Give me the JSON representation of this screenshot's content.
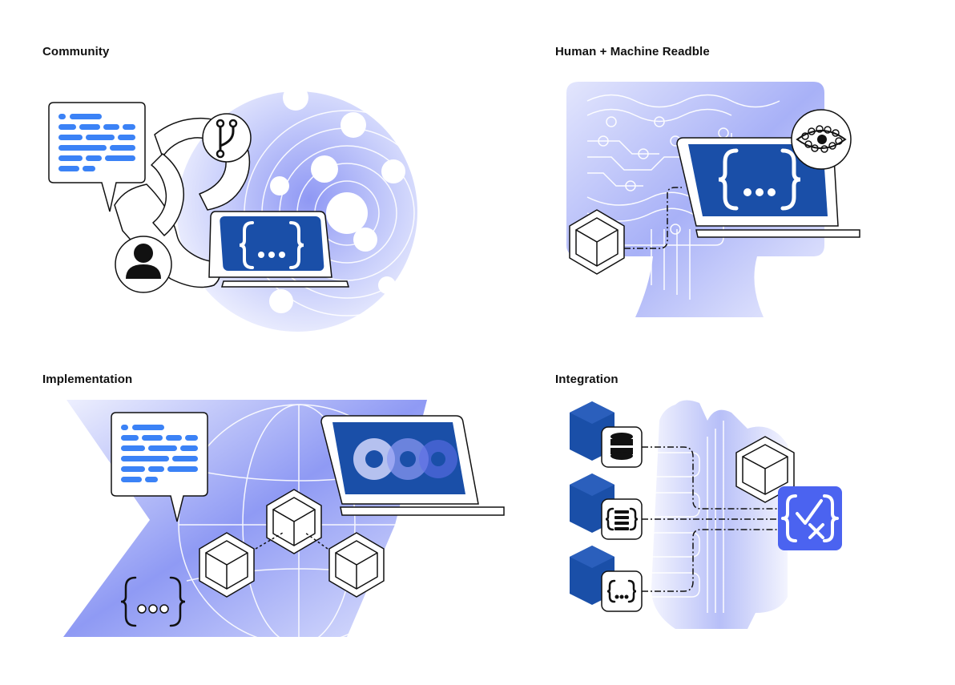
{
  "panels": {
    "community": {
      "title": "Community",
      "icons": [
        "chat-bubble-icon",
        "git-branch-icon",
        "user-icon",
        "laptop-icon",
        "curly-braces-icon"
      ]
    },
    "human_machine": {
      "title": "Human + Machine Readble",
      "icons": [
        "brain-circuit-icon",
        "laptop-icon",
        "curly-braces-icon",
        "eye-icon",
        "cube-icon"
      ]
    },
    "implementation": {
      "title": "Implementation",
      "icons": [
        "chat-bubble-icon",
        "laptop-icon",
        "gears-icon",
        "cube-icon",
        "curly-braces-icon"
      ]
    },
    "integration": {
      "title": "Integration",
      "icons": [
        "cube-icon",
        "database-icon",
        "document-braces-icon",
        "curly-braces-icon",
        "validation-icon"
      ]
    }
  },
  "colors": {
    "accent_blue": "#1a4fa8",
    "bright_blue": "#3b82f6",
    "lavender": "#9aa6f6",
    "validator_blue": "#4b63f0",
    "outline": "#111111"
  }
}
